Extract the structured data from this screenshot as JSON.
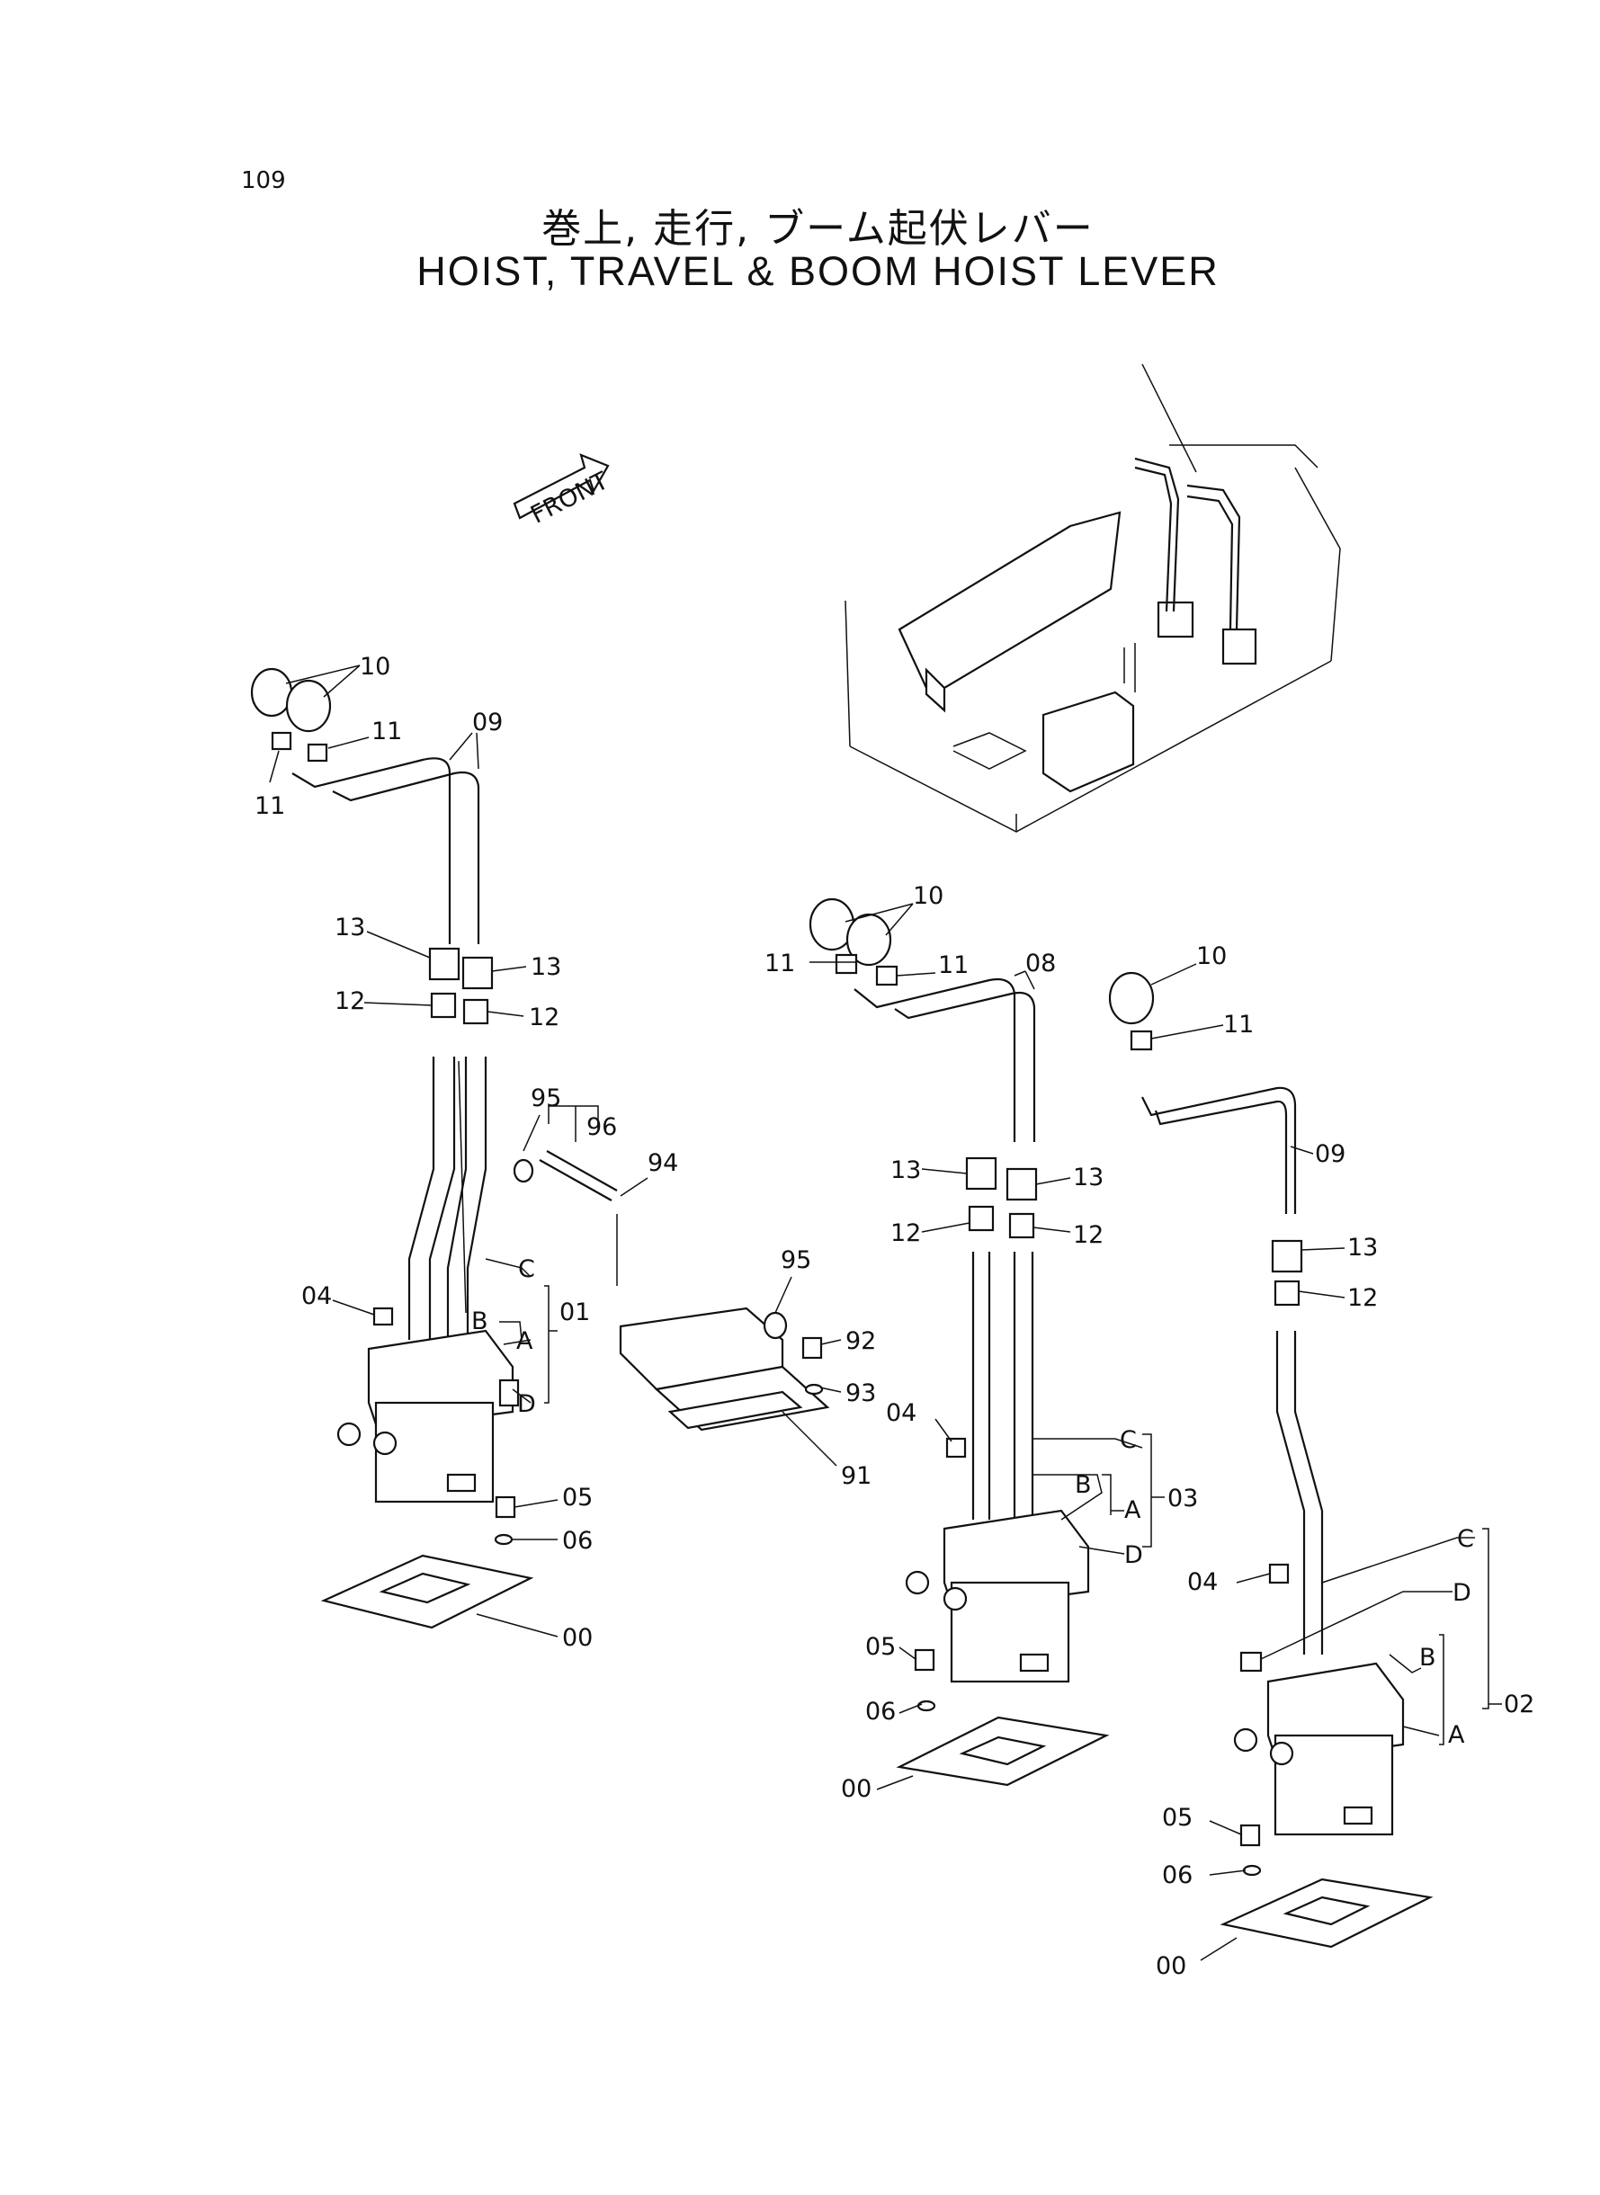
{
  "page_number": "109",
  "title_jp": "巻上, 走行, ブーム起伏レバー",
  "title_en": "HOIST, TRAVEL & BOOM HOIST LEVER",
  "front_label": "FRONT",
  "callouts": {
    "c10a": "10",
    "c11a": "11",
    "c11b": "11",
    "c09a": "09",
    "c13a": "13",
    "c13b": "13",
    "c12a": "12",
    "c12b": "12",
    "c04a": "04",
    "cCa": "C",
    "cBa": "B",
    "cAa": "A",
    "cDa": "D",
    "c01": "01",
    "c05a": "05",
    "c06a": "06",
    "c00a": "00",
    "c95a": "95",
    "c96": "96",
    "c94": "94",
    "c95b": "95",
    "c92": "92",
    "c93": "93",
    "c91": "91",
    "c10b": "10",
    "c11c": "11",
    "c11d": "11",
    "c08": "08",
    "c13c": "13",
    "c13d": "13",
    "c12c": "12",
    "c12d": "12",
    "c04b": "04",
    "cCb": "C",
    "cBb": "B",
    "cAb": "A",
    "c03": "03",
    "cDb": "D",
    "c05b": "05",
    "c06b": "06",
    "c00b": "00",
    "c10c": "10",
    "c11e": "11",
    "c09b": "09",
    "c13e": "13",
    "c12e": "12",
    "c04c": "04",
    "cCc": "C",
    "cDc": "D",
    "cBc": "B",
    "cAc": "A",
    "c02": "02",
    "c05c": "05",
    "c06c": "06",
    "c00c": "00"
  }
}
